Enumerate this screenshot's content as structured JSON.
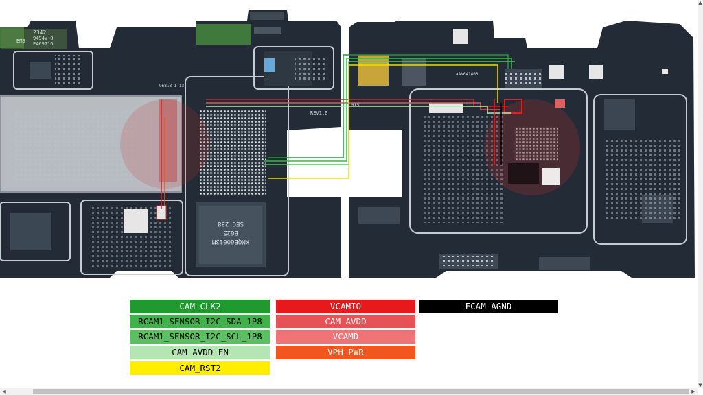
{
  "board": {
    "labels": {
      "sticker_line1": "2342",
      "sticker_line2": "9494V-0",
      "sticker_line3": "E469716",
      "sticker_code": "BMB",
      "ref_small": "96818_1_13",
      "rev": "REV1.0",
      "mis": "MIS",
      "chip_line1": "KMQE60013M",
      "chip_line2": "B625",
      "chip_line3": "SEC 238",
      "conn_label": "AAN641400"
    }
  },
  "legend": {
    "col1": [
      {
        "label": "CAM_CLK2",
        "color": "#1e9a2e",
        "text_color": "#ffffff"
      },
      {
        "label": "RCAM1_SENSOR_I2C_SDA_1P8",
        "color": "#3fb34a",
        "text_color": "#000000"
      },
      {
        "label": "RCAM1_SENSOR_I2C_SCL_1P8",
        "color": "#5bc062",
        "text_color": "#000000"
      },
      {
        "label": "CAM AVDD_EN",
        "color": "#b3e6b3",
        "text_color": "#000000"
      },
      {
        "label": "CAM_RST2",
        "color": "#ffee00",
        "text_color": "#000000"
      }
    ],
    "col2": [
      {
        "label": "VCAMIO",
        "color": "#e8191b",
        "text_color": "#ffffff"
      },
      {
        "label": "CAM AVDD",
        "color": "#e75257",
        "text_color": "#ffffff"
      },
      {
        "label": "VCAMD",
        "color": "#f07378",
        "text_color": "#ffffff"
      },
      {
        "label": "VPH_PWR",
        "color": "#f0561d",
        "text_color": "#ffffff"
      }
    ],
    "col3": [
      {
        "label": "FCAM_AGND",
        "color": "#000000",
        "text_color": "#ffffff"
      }
    ]
  }
}
